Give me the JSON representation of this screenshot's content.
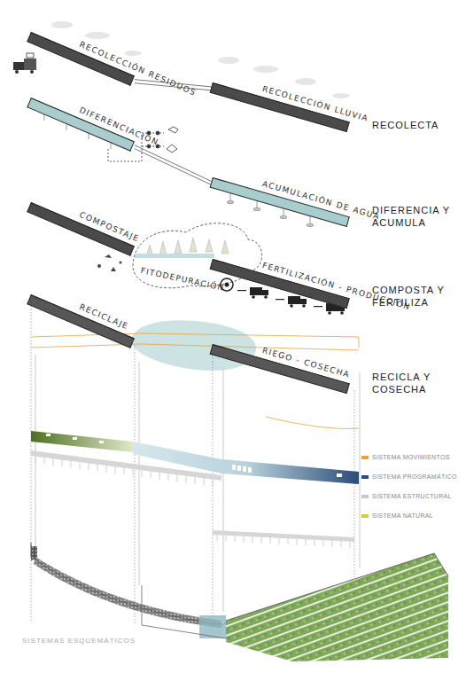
{
  "diagram": {
    "caption": "SISTEMAS ESQUEMÁTICOS",
    "nodes": [
      {
        "text": [
          "RECOLECCIÓN RESIDUOS"
        ]
      },
      {
        "text": [
          "RECOLECCIÓN LLUVIA"
        ]
      },
      {
        "text": [
          "DIFERENCIACIÓN"
        ]
      },
      {
        "text": [
          "ACUMULACIÓN DE AGUA"
        ]
      },
      {
        "text": [
          "COMPOSTAJE"
        ]
      },
      {
        "text": [
          "FERTILIZACIÓN - PRODUCCIÓN"
        ]
      },
      {
        "text": [
          "RECICLAJE"
        ]
      },
      {
        "text": [
          "RIEGO - COSECHA"
        ]
      }
    ],
    "edges": [
      {
        "from": 0,
        "to": 1,
        "arrow": "none"
      },
      {
        "from": 2,
        "to": 3,
        "arrow": "none"
      }
    ],
    "labels": [
      "FITODEPURACIÓN",
      "RECOLECTA",
      "DIFERENCIA Y ACUMULA",
      "COMPOSTA Y FERTILIZA",
      "RECICLA Y COSECHA"
    ],
    "legend": [
      {
        "text": "SISTEMA MOVIMIENTOS",
        "color": "#e8a13a"
      },
      {
        "text": "SISTEMA PROGRAMÁTICO",
        "color": "#2c4d7a"
      },
      {
        "text": "SISTEMA ESTRUCTURAL",
        "color": "#c8c8c8"
      },
      {
        "text": "SISTEMA NATURAL",
        "color": "#d4cc3c"
      }
    ]
  }
}
